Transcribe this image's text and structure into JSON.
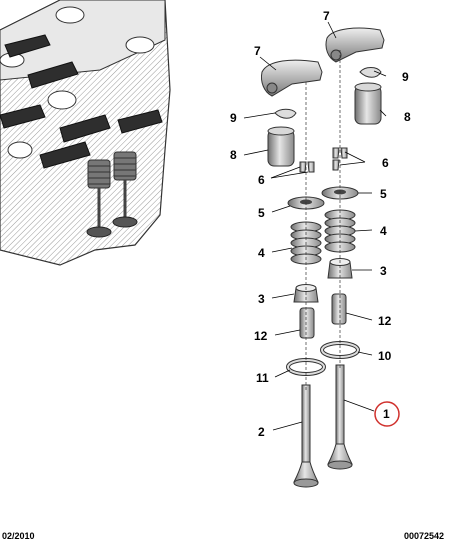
{
  "footer": {
    "date_code": "02/2010",
    "reference": "00072542"
  },
  "callouts": {
    "c7a": "7",
    "c7b": "7",
    "c9a": "9",
    "c9b": "9",
    "c8a": "8",
    "c8b": "8",
    "c6a": "6",
    "c6b": "6",
    "c5a": "5",
    "c5b": "5",
    "c4a": "4",
    "c4b": "4",
    "c3a": "3",
    "c3b": "3",
    "c12a": "12",
    "c12b": "12",
    "c11": "11",
    "c10": "10",
    "c2": "2",
    "c1": "1"
  },
  "highlight": {
    "color": "#d0312d",
    "item": "1"
  }
}
